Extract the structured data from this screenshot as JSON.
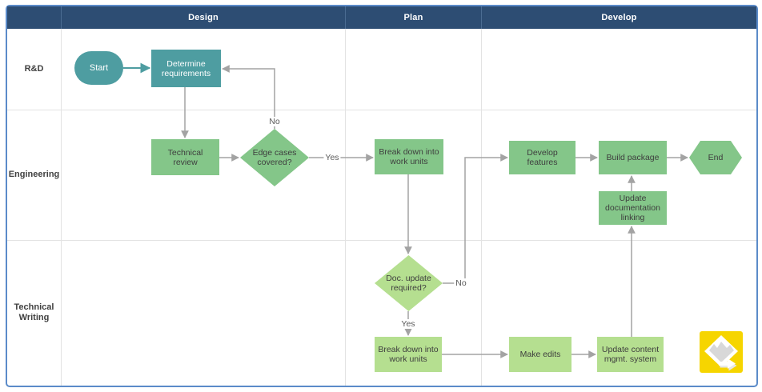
{
  "diagram": {
    "kind": "swimlane-flowchart",
    "header": {
      "phases": [
        {
          "label": "Design"
        },
        {
          "label": "Plan"
        },
        {
          "label": "Develop"
        }
      ]
    },
    "lanes": [
      {
        "label": "R&D"
      },
      {
        "label": "Engineering"
      },
      {
        "label": "Technical Writing"
      }
    ],
    "nodes": [
      {
        "id": "start",
        "type": "terminator",
        "lane": "R&D",
        "phase": "Design",
        "label": "Start"
      },
      {
        "id": "determine-requirements",
        "type": "process",
        "lane": "R&D",
        "phase": "Design",
        "label": "Determine\nrequirements"
      },
      {
        "id": "technical-review",
        "type": "process",
        "lane": "Engineering",
        "phase": "Design",
        "label": "Technical\nreview"
      },
      {
        "id": "edge-cases-covered",
        "type": "decision",
        "lane": "Engineering",
        "phase": "Design",
        "label": "Edge cases\ncovered?"
      },
      {
        "id": "break-down-work-units-eng",
        "type": "process",
        "lane": "Engineering",
        "phase": "Plan",
        "label": "Break down into\nwork units"
      },
      {
        "id": "develop-features",
        "type": "process",
        "lane": "Engineering",
        "phase": "Develop",
        "label": "Develop\nfeatures"
      },
      {
        "id": "build-package",
        "type": "process",
        "lane": "Engineering",
        "phase": "Develop",
        "label": "Build package"
      },
      {
        "id": "end",
        "type": "terminator",
        "lane": "Engineering",
        "phase": "Develop",
        "label": "End"
      },
      {
        "id": "update-documentation-linking",
        "type": "process",
        "lane": "Engineering",
        "phase": "Develop",
        "label": "Update\ndocumentation\nlinking"
      },
      {
        "id": "doc-update-required",
        "type": "decision",
        "lane": "Technical Writing",
        "phase": "Plan",
        "label": "Doc. update\nrequired?"
      },
      {
        "id": "break-down-work-units-tw",
        "type": "process",
        "lane": "Technical Writing",
        "phase": "Plan",
        "label": "Break down into\nwork units"
      },
      {
        "id": "make-edits",
        "type": "process",
        "lane": "Technical Writing",
        "phase": "Develop",
        "label": "Make edits"
      },
      {
        "id": "update-content-mgmt-system",
        "type": "process",
        "lane": "Technical Writing",
        "phase": "Develop",
        "label": "Update content\nmgmt. system"
      }
    ],
    "edges": [
      {
        "from": "start",
        "to": "determine-requirements"
      },
      {
        "from": "determine-requirements",
        "to": "technical-review"
      },
      {
        "from": "technical-review",
        "to": "edge-cases-covered"
      },
      {
        "from": "edge-cases-covered",
        "to": "break-down-work-units-eng",
        "label": "Yes"
      },
      {
        "from": "edge-cases-covered",
        "to": "determine-requirements",
        "label": "No"
      },
      {
        "from": "break-down-work-units-eng",
        "to": "doc-update-required"
      },
      {
        "from": "doc-update-required",
        "to": "develop-features",
        "label": "No"
      },
      {
        "from": "doc-update-required",
        "to": "break-down-work-units-tw",
        "label": "Yes"
      },
      {
        "from": "break-down-work-units-tw",
        "to": "make-edits"
      },
      {
        "from": "make-edits",
        "to": "update-content-mgmt-system"
      },
      {
        "from": "update-content-mgmt-system",
        "to": "update-documentation-linking"
      },
      {
        "from": "update-documentation-linking",
        "to": "build-package"
      },
      {
        "from": "develop-features",
        "to": "build-package"
      },
      {
        "from": "build-package",
        "to": "end"
      }
    ],
    "colors": {
      "header_navy": "#2d4d73",
      "border_blue": "#5b8bc9",
      "teal": "#4e9da1",
      "green_medium": "#84c689",
      "green_light": "#b5df90",
      "connector_gray": "#a3a3a3",
      "logo_yellow": "#f6d500"
    }
  }
}
